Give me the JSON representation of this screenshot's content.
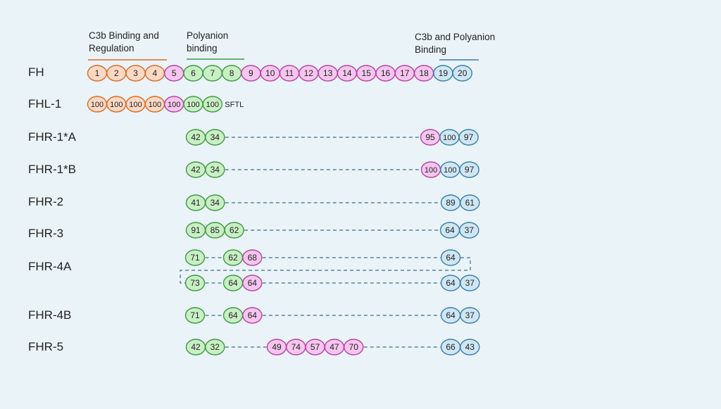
{
  "colors": {
    "background": "#eaf3f7",
    "orange": {
      "fill": "#fbd9c4",
      "stroke": "#d96b27"
    },
    "pink": {
      "fill": "#f6c6ee",
      "stroke": "#b444a6"
    },
    "green": {
      "fill": "#c9efc5",
      "stroke": "#3f9a43"
    },
    "blue": {
      "fill": "#cfe7f3",
      "stroke": "#3a7fa8"
    },
    "link": "#3f6f8c"
  },
  "headers": [
    {
      "lines": [
        "C3b Binding and",
        "Regulation"
      ],
      "color": "orange"
    },
    {
      "lines": [
        "Polyanion",
        "binding"
      ],
      "color": "green"
    },
    {
      "lines": [
        "C3b and Polyanion",
        "Binding"
      ],
      "color": "blue"
    }
  ],
  "rows": [
    {
      "name": "FH",
      "label": "FH",
      "segments": [
        [
          {
            "v": "1",
            "c": "orange"
          },
          {
            "v": "2",
            "c": "orange"
          },
          {
            "v": "3",
            "c": "orange"
          },
          {
            "v": "4",
            "c": "orange"
          },
          {
            "v": "5",
            "c": "pink"
          },
          {
            "v": "6",
            "c": "green"
          },
          {
            "v": "7",
            "c": "green"
          },
          {
            "v": "8",
            "c": "green"
          },
          {
            "v": "9",
            "c": "pink"
          },
          {
            "v": "10",
            "c": "pink"
          },
          {
            "v": "11",
            "c": "pink"
          },
          {
            "v": "12",
            "c": "pink"
          },
          {
            "v": "13",
            "c": "pink"
          },
          {
            "v": "14",
            "c": "pink"
          },
          {
            "v": "15",
            "c": "pink"
          },
          {
            "v": "16",
            "c": "pink"
          },
          {
            "v": "17",
            "c": "pink"
          },
          {
            "v": "18",
            "c": "pink"
          },
          {
            "v": "19",
            "c": "blue"
          },
          {
            "v": "20",
            "c": "blue"
          }
        ]
      ]
    },
    {
      "name": "FHL-1",
      "label": "FHL-1",
      "suffix": "SFTL",
      "segments": [
        [
          {
            "v": "100",
            "c": "orange"
          },
          {
            "v": "100",
            "c": "orange"
          },
          {
            "v": "100",
            "c": "orange"
          },
          {
            "v": "100",
            "c": "orange"
          },
          {
            "v": "100",
            "c": "pink"
          },
          {
            "v": "100",
            "c": "green"
          },
          {
            "v": "100",
            "c": "green"
          }
        ]
      ]
    },
    {
      "name": "FHR-1A",
      "label": "FHR-1*A",
      "segments": [
        [
          {
            "v": "42",
            "c": "green"
          },
          {
            "v": "34",
            "c": "green"
          }
        ],
        [
          {
            "v": "95",
            "c": "pink"
          },
          {
            "v": "100",
            "c": "blue"
          },
          {
            "v": "97",
            "c": "blue"
          }
        ]
      ]
    },
    {
      "name": "FHR-1B",
      "label": "FHR-1*B",
      "segments": [
        [
          {
            "v": "42",
            "c": "green"
          },
          {
            "v": "34",
            "c": "green"
          }
        ],
        [
          {
            "v": "100",
            "c": "pink"
          },
          {
            "v": "100",
            "c": "blue"
          },
          {
            "v": "97",
            "c": "blue"
          }
        ]
      ]
    },
    {
      "name": "FHR-2",
      "label": "FHR-2",
      "segments": [
        [
          {
            "v": "41",
            "c": "green"
          },
          {
            "v": "34",
            "c": "green"
          }
        ],
        [
          {
            "v": "89",
            "c": "blue"
          },
          {
            "v": "61",
            "c": "blue"
          }
        ]
      ]
    },
    {
      "name": "FHR-3",
      "label": "FHR-3",
      "segments": [
        [
          {
            "v": "91",
            "c": "green"
          },
          {
            "v": "85",
            "c": "green"
          },
          {
            "v": "62",
            "c": "green"
          }
        ],
        [
          {
            "v": "64",
            "c": "blue"
          },
          {
            "v": "37",
            "c": "blue"
          }
        ]
      ]
    },
    {
      "name": "FHR-4A-upper",
      "label": "FHR-4A",
      "segments": [
        [
          {
            "v": "71",
            "c": "green"
          }
        ],
        [
          {
            "v": "62",
            "c": "green"
          },
          {
            "v": "68",
            "c": "pink"
          }
        ],
        [
          {
            "v": "64",
            "c": "blue"
          }
        ]
      ]
    },
    {
      "name": "FHR-4A-lower",
      "label": "",
      "segments": [
        [
          {
            "v": "73",
            "c": "green"
          }
        ],
        [
          {
            "v": "64",
            "c": "green"
          },
          {
            "v": "64",
            "c": "pink"
          }
        ],
        [
          {
            "v": "64",
            "c": "blue"
          },
          {
            "v": "37",
            "c": "blue"
          }
        ]
      ]
    },
    {
      "name": "FHR-4B",
      "label": "FHR-4B",
      "segments": [
        [
          {
            "v": "71",
            "c": "green"
          }
        ],
        [
          {
            "v": "64",
            "c": "green"
          },
          {
            "v": "64",
            "c": "pink"
          }
        ],
        [
          {
            "v": "64",
            "c": "blue"
          },
          {
            "v": "37",
            "c": "blue"
          }
        ]
      ]
    },
    {
      "name": "FHR-5",
      "label": "FHR-5",
      "segments": [
        [
          {
            "v": "42",
            "c": "green"
          },
          {
            "v": "32",
            "c": "green"
          }
        ],
        [
          {
            "v": "49",
            "c": "pink"
          },
          {
            "v": "74",
            "c": "pink"
          },
          {
            "v": "57",
            "c": "pink"
          },
          {
            "v": "47",
            "c": "pink"
          },
          {
            "v": "70",
            "c": "pink"
          }
        ],
        [
          {
            "v": "66",
            "c": "blue"
          },
          {
            "v": "43",
            "c": "blue"
          }
        ]
      ]
    }
  ]
}
